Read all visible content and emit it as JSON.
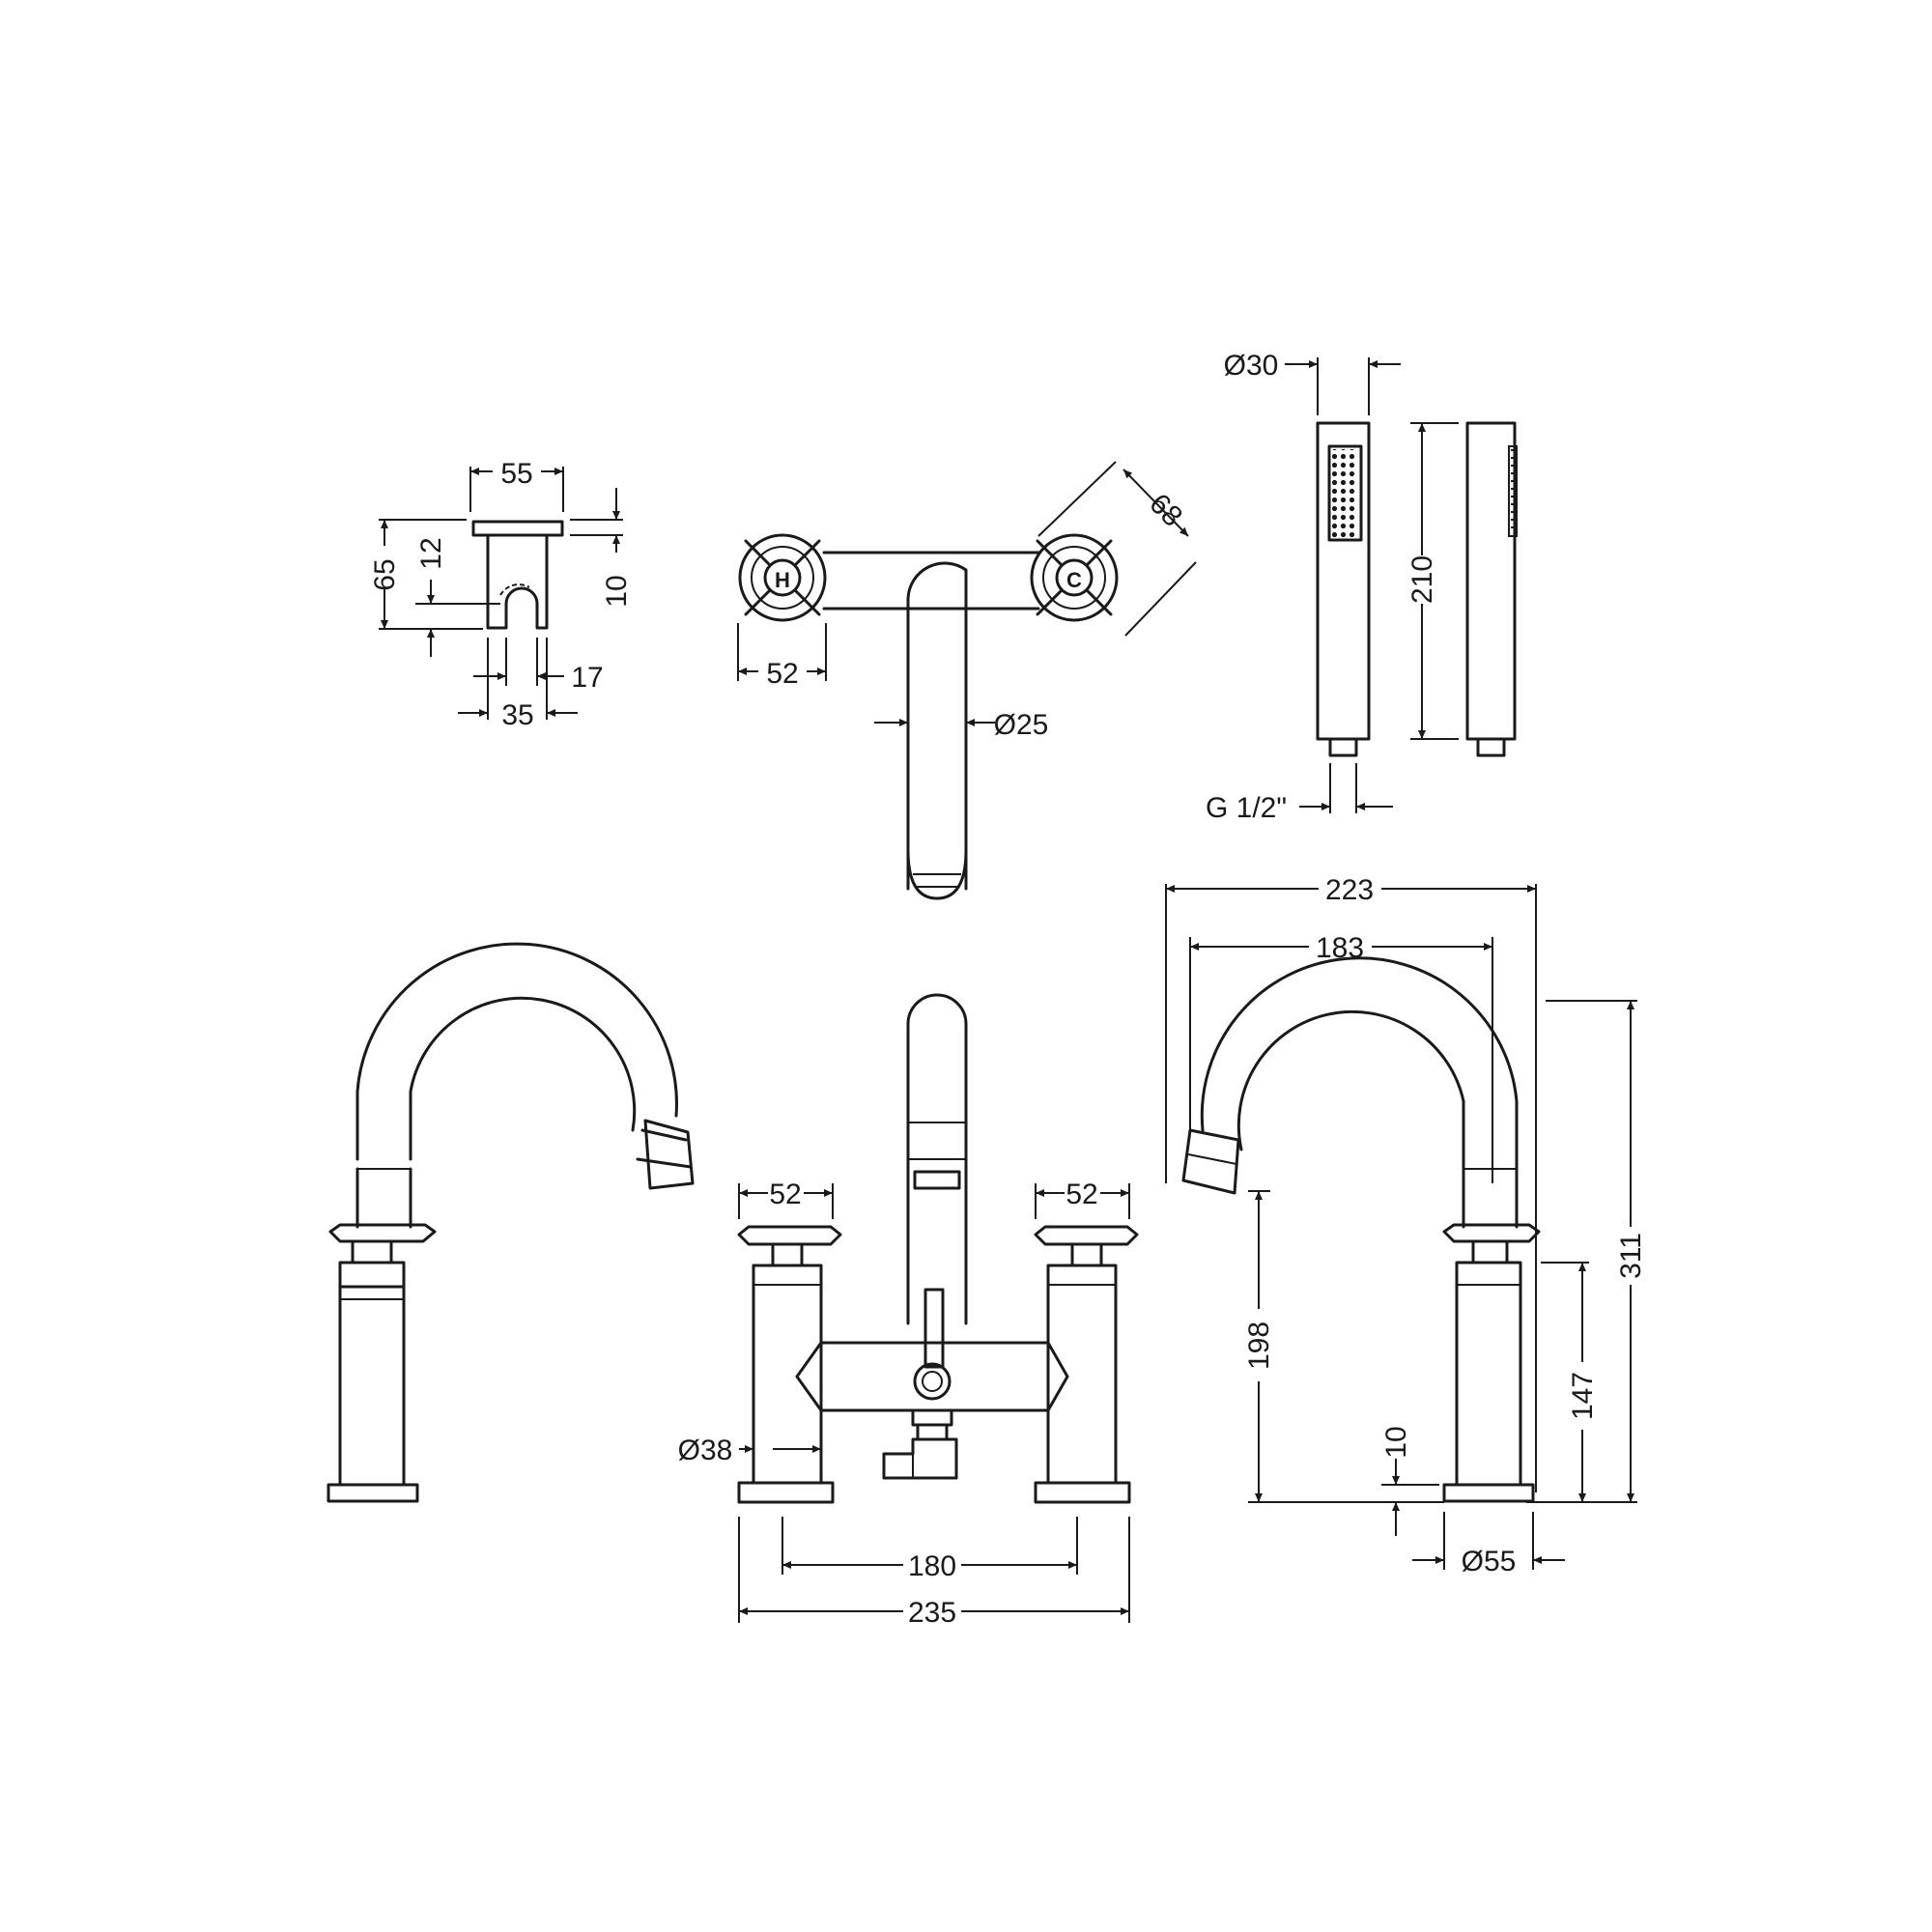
{
  "wall_bracket": {
    "width": "55",
    "height": "65",
    "slot_height": "12",
    "top_plate": "10",
    "slot_width": "17",
    "base_width": "35"
  },
  "top_view": {
    "handle_span": "68",
    "handle_width": "52",
    "spout_diameter": "Ø25",
    "hot_mark": "H",
    "cold_mark": "C"
  },
  "handset": {
    "diameter": "Ø30",
    "length": "210",
    "connection": "G 1/2\""
  },
  "front_view": {
    "handle_left": "52",
    "handle_right": "52",
    "body_diameter": "Ø38",
    "centres": "180",
    "overall_width": "235"
  },
  "side_view": {
    "reach": "223",
    "spout_reach": "183",
    "total_height": "311",
    "spout_height": "198",
    "body_height": "147",
    "base_plate": "10",
    "base_diameter": "Ø55"
  }
}
